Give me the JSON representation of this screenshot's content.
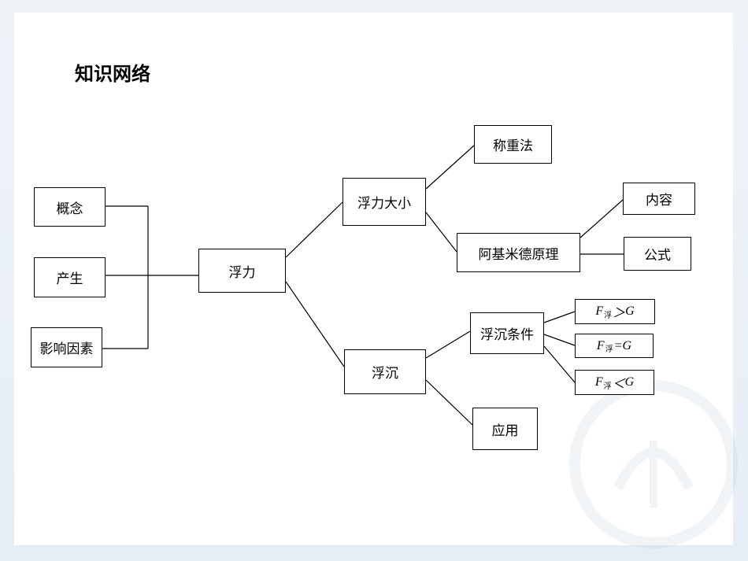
{
  "title": "知识网络",
  "nodes": {
    "concept": "概念",
    "origin": "产生",
    "factors": "影响因素",
    "buoyancy": "浮力",
    "magnitude": "浮力大小",
    "weighing": "称重法",
    "archimedes": "阿基米德原理",
    "content": "内容",
    "formula": "公式",
    "floating": "浮沉",
    "condition": "浮沉条件",
    "application": "应用"
  },
  "conditions": [
    {
      "f": "F",
      "sub": "浮",
      "op": "＞",
      "g": "G"
    },
    {
      "f": "F",
      "sub": "浮",
      "op": "=",
      "g": "G"
    },
    {
      "f": "F",
      "sub": "浮",
      "op": "＜",
      "g": "G"
    }
  ],
  "colors": {
    "line": "#000000",
    "box_border": "#000000",
    "background": "#e9f0f6",
    "slide": "#ffffff"
  }
}
